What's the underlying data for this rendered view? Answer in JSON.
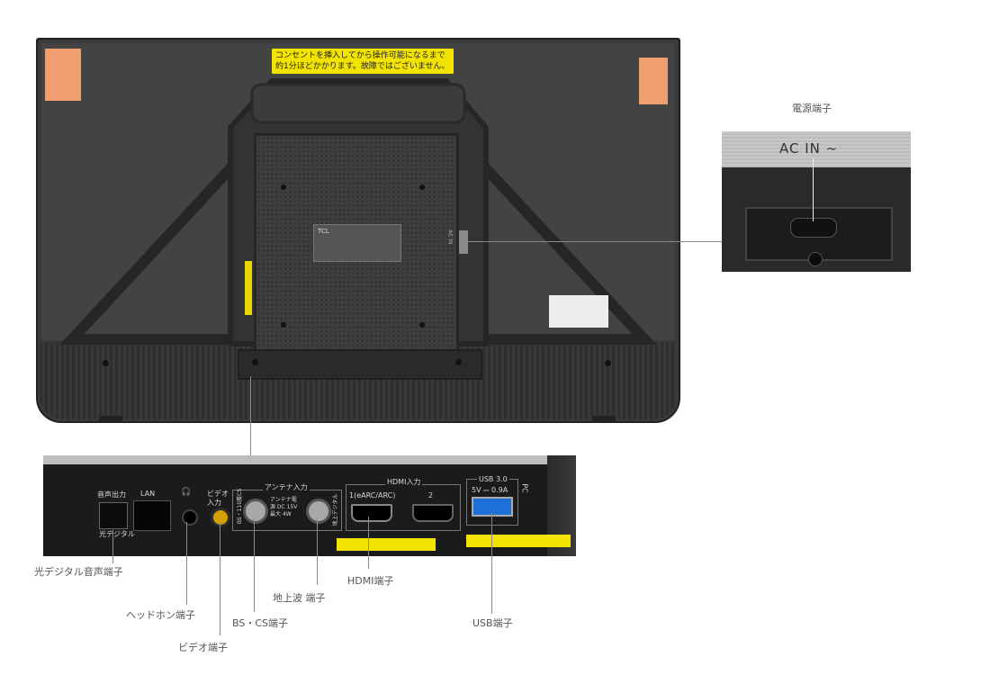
{
  "tv_back": {
    "warning_line1": "コンセントを挿入してから操作可能になるまで",
    "warning_line2": "約1分ほどかかります。故障ではございません。",
    "brand": "TCL",
    "ac_marker": "AC IN"
  },
  "ac_inset": {
    "label": "AC IN ~",
    "callout": "電源端子"
  },
  "panel": {
    "audio_out": "音声出力",
    "optical": "光デジタル",
    "lan": "LAN",
    "video_in": "ビデオ入力",
    "antenna_in": "アンテナ入力",
    "bs_cs": "BS・110度CS",
    "antenna_power": "アンテナ電源 DC 15V 最大 4W",
    "terrestrial": "地上デジタル",
    "hdmi_in": "HDMI入力",
    "hdmi1": "1(eARC/ARC)",
    "hdmi2": "2",
    "usb_title": "USB 3.0",
    "usb_spec": "5V ⎓ 0.9A",
    "pc": "PC"
  },
  "callouts": {
    "optical": "光デジタル音声端子",
    "headphone": "ヘッドホン端子",
    "video": "ビデオ端子",
    "bs_cs": "BS・CS端子",
    "terrestrial": "地上波 端子",
    "hdmi": "HDMI端子",
    "usb": "USB端子"
  },
  "colors": {
    "tv_body": "#3b3b3b",
    "tv_dark": "#2a2a2a",
    "panel_bg": "#1a1a1a",
    "usb_blue": "#1e6fd8",
    "warning_yellow": "#f2e300"
  }
}
